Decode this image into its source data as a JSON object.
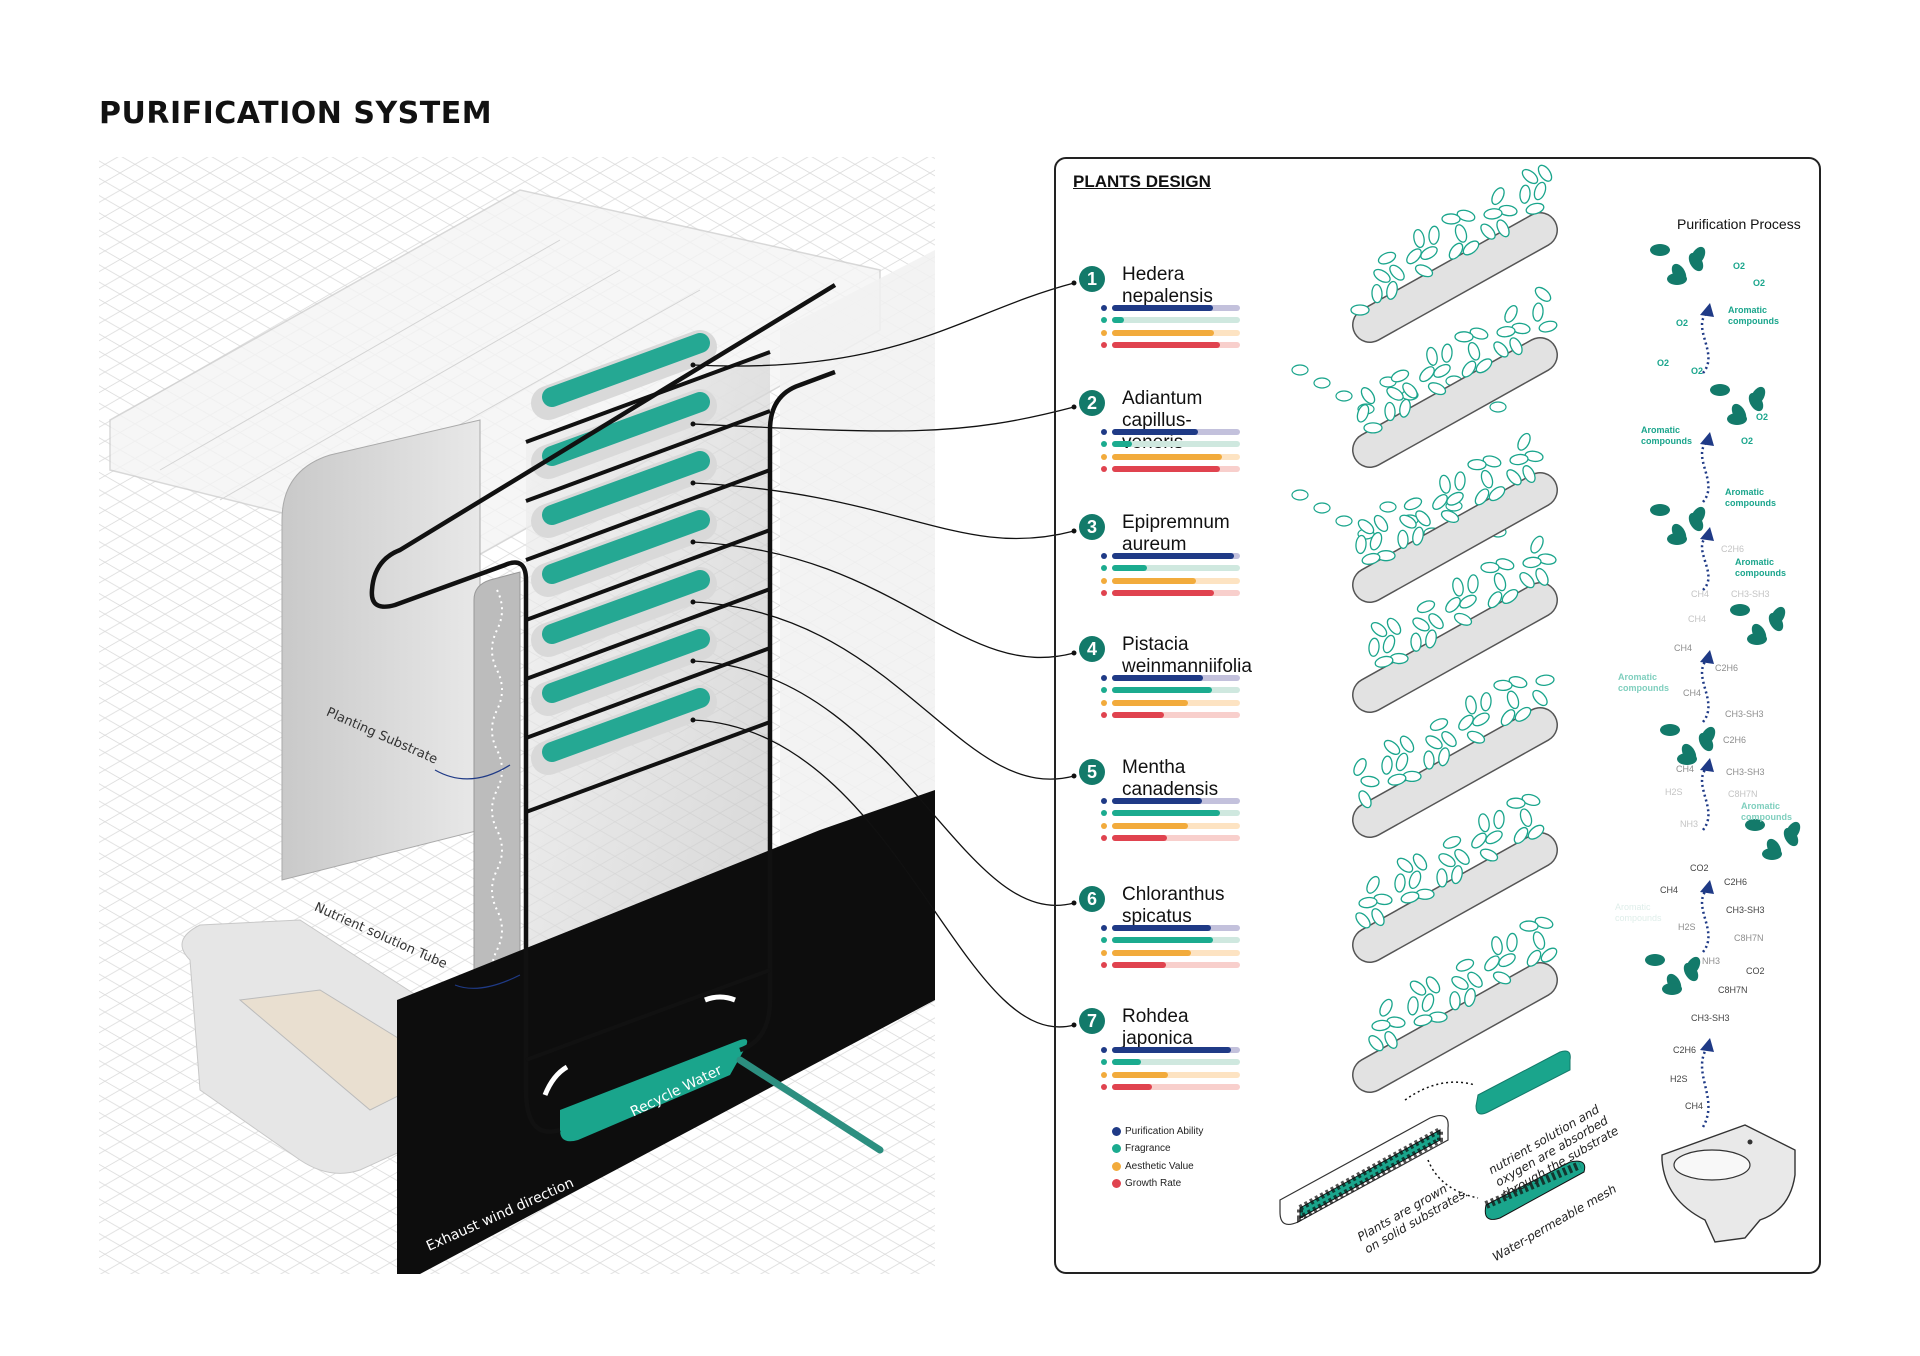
{
  "title": "PURIFICATION SYSTEM",
  "diagram": {
    "labels": {
      "planting_substrate": "Planting Substrate",
      "nutrient_tube": "Nutrient solution  Tube",
      "recycle_water": "Recycle Water",
      "exhaust": "Exhaust wind direction"
    }
  },
  "plants_design": {
    "heading": "PLANTS DESIGN",
    "plants": [
      {
        "num": "1",
        "name": "Hedera nepalensis",
        "ratings": [
          0.79,
          0.09,
          0.8,
          0.84
        ]
      },
      {
        "num": "2",
        "name": "Adiantum capillus-veneris",
        "ratings": [
          0.67,
          0.16,
          0.86,
          0.84
        ]
      },
      {
        "num": "3",
        "name": "Epipremnum aureum",
        "ratings": [
          0.95,
          0.27,
          0.66,
          0.8
        ]
      },
      {
        "num": "4",
        "name": "Pistacia weinmanniifolia",
        "ratings": [
          0.71,
          0.78,
          0.59,
          0.41
        ]
      },
      {
        "num": "5",
        "name": "Mentha canadensis",
        "ratings": [
          0.7,
          0.84,
          0.59,
          0.43
        ]
      },
      {
        "num": "6",
        "name": "Chloranthus spicatus",
        "ratings": [
          0.77,
          0.79,
          0.62,
          0.42
        ]
      },
      {
        "num": "7",
        "name": "Rohdea japonica",
        "ratings": [
          0.93,
          0.23,
          0.44,
          0.31
        ]
      }
    ],
    "legend": [
      {
        "label": "Purification Ability",
        "color": "#1f3a86",
        "track": "#c3c1dc"
      },
      {
        "label": "Fragrance",
        "color": "#1bab8f",
        "track": "#cfe8df"
      },
      {
        "label": "Aesthetic Value",
        "color": "#f2ab3c",
        "track": "#fde3c2"
      },
      {
        "label": "Growth Rate",
        "color": "#e0434f",
        "track": "#f8cfcc"
      }
    ],
    "substrate_notes": {
      "nutrient": [
        "nutrient solution and",
        "oxygen are absorbed",
        "through the substrate"
      ],
      "solid": [
        "Plants are grown",
        "on solid substrates."
      ],
      "mesh": "Water-permeable mesh"
    }
  },
  "purification_process": {
    "title": "Purification Process",
    "formulas": [
      {
        "text": "O2",
        "tone": "teal"
      },
      {
        "text": "O2",
        "tone": "teal"
      },
      {
        "text": "Aromatic\ncompounds",
        "tone": "teal"
      },
      {
        "text": "O2",
        "tone": "teal"
      },
      {
        "text": "O2",
        "tone": "teal"
      },
      {
        "text": "O2",
        "tone": "teal"
      },
      {
        "text": "O2",
        "tone": "teal"
      },
      {
        "text": "Aromatic\ncompounds",
        "tone": "teal"
      },
      {
        "text": "O2",
        "tone": "teal"
      },
      {
        "text": "Aromatic\ncompounds",
        "tone": "teal"
      },
      {
        "text": "C2H6",
        "tone": "faint"
      },
      {
        "text": "Aromatic\ncompounds",
        "tone": "teal"
      },
      {
        "text": "CH4",
        "tone": "faint"
      },
      {
        "text": "CH3-SH3",
        "tone": "faint"
      },
      {
        "text": "CH4",
        "tone": "faint"
      },
      {
        "text": "CH4",
        "tone": "gray"
      },
      {
        "text": "C2H6",
        "tone": "gray"
      },
      {
        "text": "Aromatic\ncompounds",
        "tone": "lightteal"
      },
      {
        "text": "CH4",
        "tone": "gray"
      },
      {
        "text": "CH3-SH3",
        "tone": "gray"
      },
      {
        "text": "C2H6",
        "tone": "gray"
      },
      {
        "text": "CH4",
        "tone": "gray"
      },
      {
        "text": "CH3-SH3",
        "tone": "gray"
      },
      {
        "text": "H2S",
        "tone": "faint"
      },
      {
        "text": "C8H7N",
        "tone": "faint"
      },
      {
        "text": "Aromatic\ncompounds",
        "tone": "lightteal"
      },
      {
        "text": "NH3",
        "tone": "faint"
      },
      {
        "text": "CO2",
        "tone": "dark"
      },
      {
        "text": "C2H6",
        "tone": "dark"
      },
      {
        "text": "CH4",
        "tone": "dark"
      },
      {
        "text": "Aromatic\ncompounds",
        "tone": "veryfaint"
      },
      {
        "text": "H2S",
        "tone": "gray"
      },
      {
        "text": "CH3-SH3",
        "tone": "dark"
      },
      {
        "text": "C8H7N",
        "tone": "gray"
      },
      {
        "text": "NH3",
        "tone": "gray"
      },
      {
        "text": "CO2",
        "tone": "dark"
      },
      {
        "text": "C8H7N",
        "tone": "dark"
      },
      {
        "text": "CH3-SH3",
        "tone": "dark"
      },
      {
        "text": "C2H6",
        "tone": "dark"
      },
      {
        "text": "H2S",
        "tone": "dark"
      },
      {
        "text": "CH4",
        "tone": "dark"
      }
    ]
  },
  "colors": {
    "teal": "#1aa58c",
    "dark_teal": "#137a6a",
    "navy": "#1f3a86",
    "frame": "#111111"
  }
}
